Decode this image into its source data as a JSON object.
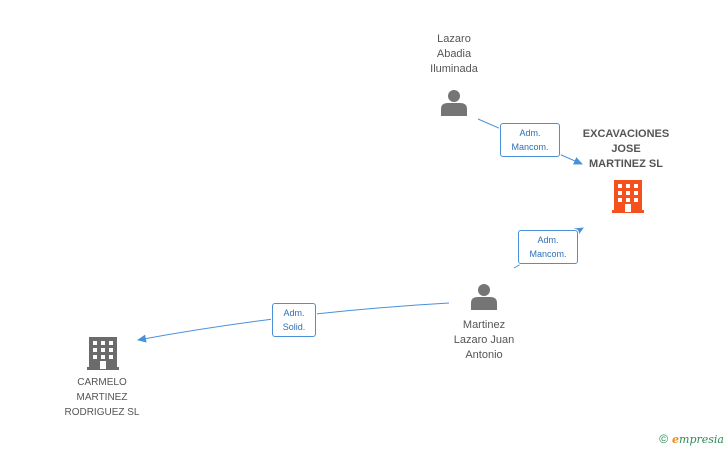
{
  "nodes": {
    "lazaro": {
      "label": "Lazaro\nAbadia\nIluminada",
      "icon": "person-icon"
    },
    "excavaciones": {
      "label": "EXCAVACIONES\nJOSE\nMARTINEZ SL",
      "icon": "building-icon"
    },
    "martinez": {
      "label": "Martinez\nLazaro Juan\nAntonio",
      "icon": "person-icon"
    },
    "carmelo": {
      "label": "CARMELO\nMARTINEZ\nRODRIGUEZ SL",
      "icon": "building-icon"
    }
  },
  "edges": {
    "lazaro_excavaciones": "Adm.\nMancom.",
    "martinez_excavaciones": "Adm.\nMancom.",
    "martinez_carmelo": "Adm.\nSolid."
  },
  "colors": {
    "edge": "#4a90d9",
    "person": "#757575",
    "company_main": "#f4511e",
    "company_other": "#6b6b6b"
  },
  "footer": {
    "copyright": "©",
    "brand_initial": "e",
    "brand_rest": "mpresia"
  }
}
